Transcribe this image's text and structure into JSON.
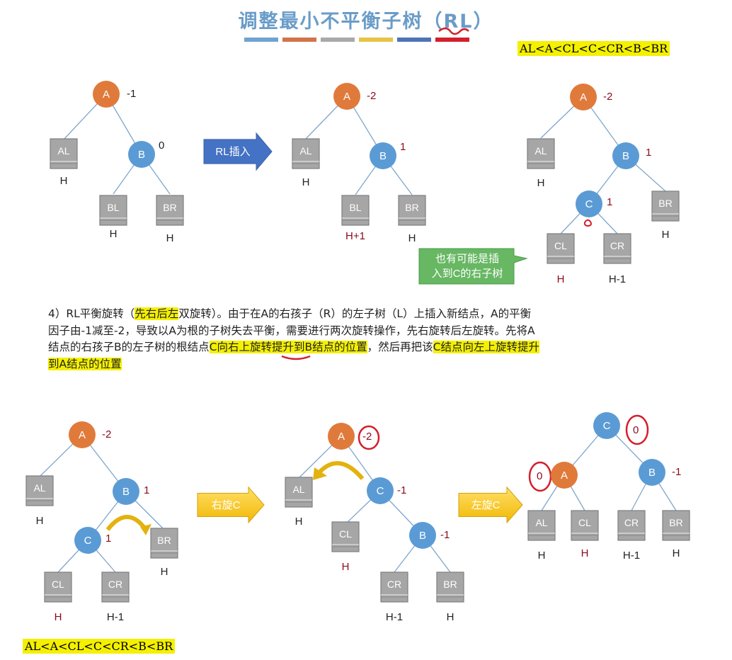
{
  "title": "调整最小不平衡子树（RL）",
  "color_bar_colors": [
    "#6fa3d2",
    "#d2734a",
    "#a9a9a9",
    "#e8c347",
    "#4e74b8",
    "#d31f2b"
  ],
  "colors": {
    "blue_node": "#5b9bd5",
    "orange_node": "#e07a3b",
    "box_fill": "#a6a6a6",
    "box_border": "#7f7f7f",
    "dark_red": "#8b0a1c",
    "annot_red": "#d31f2b",
    "arrow_blue": "#4472c4",
    "arrow_yellow": "#f7c71a",
    "callout_green": "#67b763",
    "highlight": "#f4f000"
  },
  "order_top": "AL<A<CL<C<CR<B<BR",
  "order_bottom": "AL<A<CL<C<CR<B<BR",
  "arrows": {
    "rl_insert": "RL插入",
    "rotate_right": "右旋C",
    "rotate_left": "左旋C"
  },
  "callout": {
    "line1": "也有可能是插",
    "line2": "入到C的右子树"
  },
  "paragraph": {
    "line1_a": "4）RL平衡旋转（",
    "line1_hl": "先右后左",
    "line1_b": "双旋转）。由于在A的右孩子（R）的左子树（L）上插入新结点，A的平衡",
    "line2": "因子由-1减至-2，导致以A为根的子树失去平衡，需要进行两次旋转操作，先右旋转后左旋转。先将A",
    "line3_a": "结点的右孩子B的左子树的根结点",
    "line3_hl1": "C向右上旋转提升到B结点的位置",
    "line3_b": "，然后再把该",
    "line3_hl2": "C结点向左上旋转提升",
    "line4_hl": "到A结点的位置"
  },
  "diagrams": {
    "d1": {
      "A_bf": "-1",
      "B_bf": "0",
      "AL": "AL",
      "BL": "BL",
      "BR": "BR",
      "A": "A",
      "B": "B",
      "h_AL": "H",
      "h_BL": "H",
      "h_BR": "H"
    },
    "d2": {
      "A_bf": "-2",
      "B_bf": "1",
      "AL": "AL",
      "BL": "BL",
      "BR": "BR",
      "A": "A",
      "B": "B",
      "h_AL": "H",
      "h_BL": "H+1",
      "h_BR": "H"
    },
    "d3": {
      "A_bf": "-2",
      "B_bf": "1",
      "C_bf": "1",
      "AL": "AL",
      "CL": "CL",
      "CR": "CR",
      "BR": "BR",
      "A": "A",
      "B": "B",
      "C": "C",
      "h_AL": "H",
      "h_CL": "H",
      "h_CR": "H-1",
      "h_BR": "H"
    },
    "d4": {
      "A_bf": "-2",
      "B_bf": "1",
      "C_bf": "1",
      "AL": "AL",
      "CL": "CL",
      "CR": "CR",
      "BR": "BR",
      "A": "A",
      "B": "B",
      "C": "C",
      "h_AL": "H",
      "h_CL": "H",
      "h_CR": "H-1",
      "h_BR": "H"
    },
    "d5": {
      "A_bf": "-2",
      "C_bf": "-1",
      "B_bf": "-1",
      "AL": "AL",
      "CL": "CL",
      "CR": "CR",
      "BR": "BR",
      "A": "A",
      "B": "B",
      "C": "C",
      "h_AL": "H",
      "h_CL": "H",
      "h_CR": "H-1",
      "h_BR": "H"
    },
    "d6": {
      "C_bf": "0",
      "A_bf": "0",
      "B_bf": "-1",
      "AL": "AL",
      "CL": "CL",
      "CR": "CR",
      "BR": "BR",
      "A": "A",
      "B": "B",
      "C": "C",
      "h_AL": "H",
      "h_CL": "H",
      "h_CR": "H-1",
      "h_BR": "H"
    }
  }
}
